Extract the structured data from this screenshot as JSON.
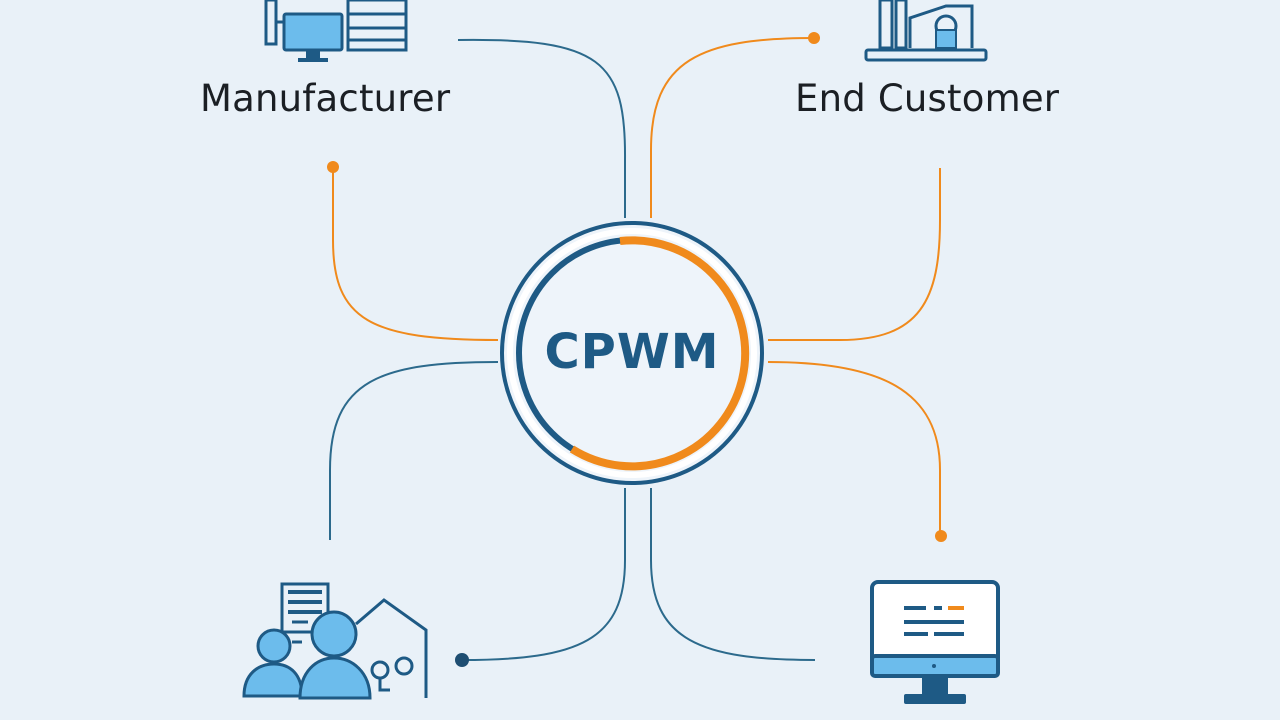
{
  "diagram": {
    "center": {
      "label": "CPWM"
    },
    "nodes": [
      {
        "id": "manufacturer",
        "label": "Manufacturer",
        "icon": "factory-computer-icon"
      },
      {
        "id": "end-customer",
        "label": "End Customer",
        "icon": "building-computer-icon"
      },
      {
        "id": "people",
        "label": "",
        "icon": "people-group-icon"
      },
      {
        "id": "monitor",
        "label": "",
        "icon": "monitor-icon"
      }
    ],
    "colors": {
      "background": "#e9f1f8",
      "navy": "#1e5a85",
      "orange": "#f08a1c",
      "light_blue": "#6cbcec"
    }
  }
}
